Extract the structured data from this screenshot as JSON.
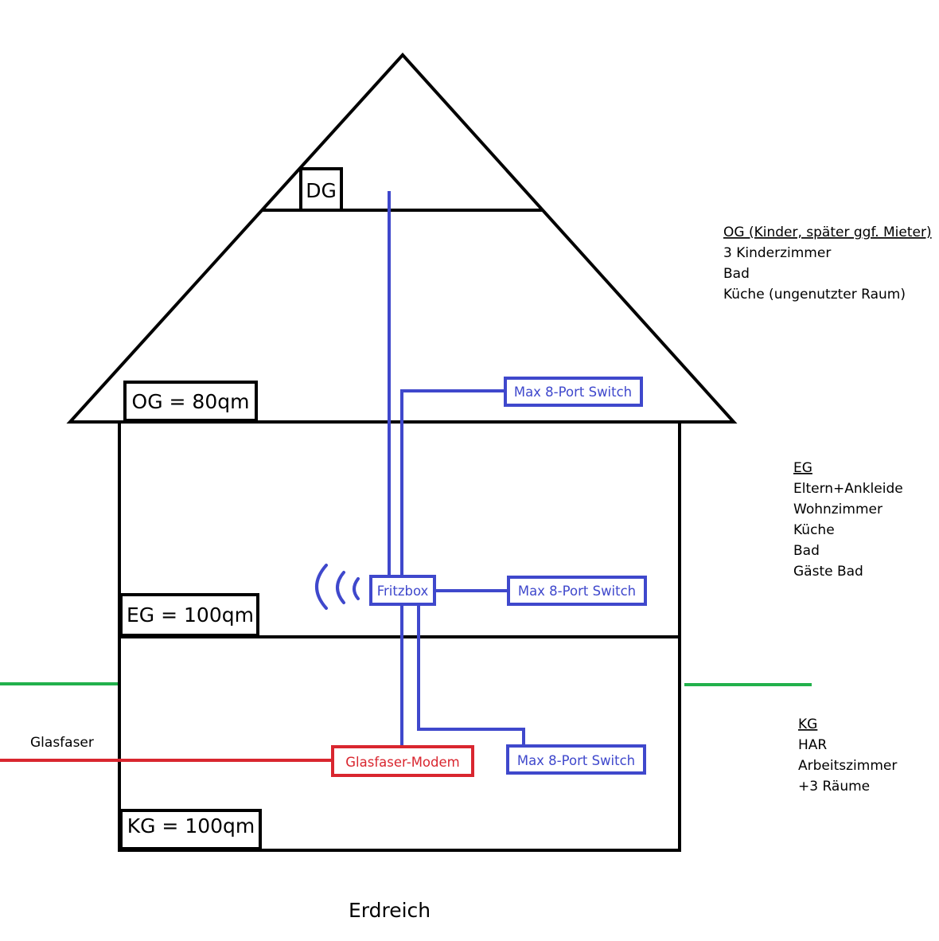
{
  "colors": {
    "structure": "#000000",
    "network": "#3f48cc",
    "fiber": "#d9262f",
    "ground": "#22b14c"
  },
  "floors": {
    "dg": "DG",
    "og": "OG = 80qm",
    "eg": "EG = 100qm",
    "kg": "KG = 100qm"
  },
  "devices": {
    "switch_og": "Max 8-Port Switch",
    "switch_eg": "Max 8-Port Switch",
    "switch_kg": "Max 8-Port Switch",
    "fritzbox": "Fritzbox",
    "modem": "Glasfaser-Modem"
  },
  "icons": {
    "wifi": "wifi-signal-icon"
  },
  "labels": {
    "fiber": "Glasfaser",
    "ground": "Erdreich"
  },
  "notes": {
    "og": {
      "heading": "OG (Kinder, später ggf. Mieter)",
      "items": [
        "3 Kinderzimmer",
        "Bad",
        "Küche (ungenutzter Raum)"
      ]
    },
    "eg": {
      "heading": "EG",
      "items": [
        "Eltern+Ankleide",
        "Wohnzimmer",
        "Küche",
        "Bad",
        "Gäste Bad"
      ]
    },
    "kg": {
      "heading": "KG",
      "items": [
        "HAR",
        "Arbeitszimmer",
        "+3 Räume"
      ]
    }
  }
}
